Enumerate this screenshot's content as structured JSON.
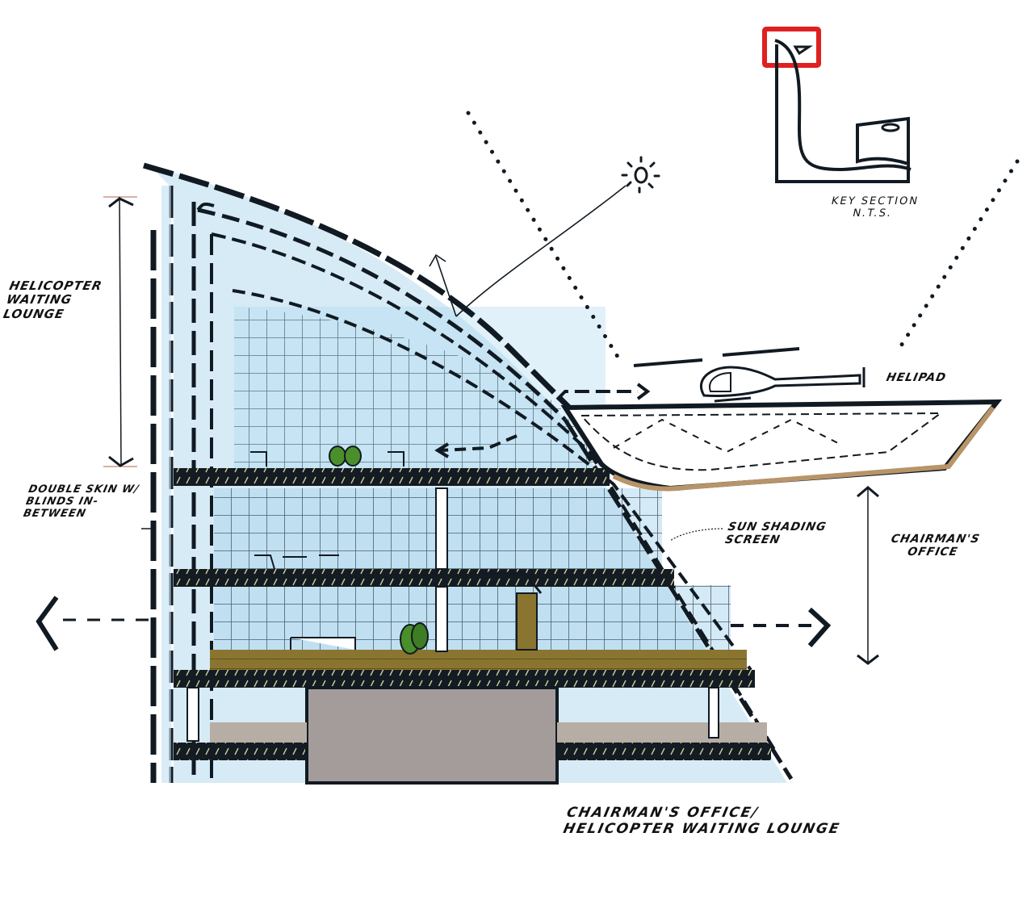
{
  "diagram": {
    "type": "architectural-section-sketch",
    "title": "CHAIRMAN'S OFFICE/ HELICOPTER WAITING LOUNGE",
    "caption_lines": [
      "CHAIRMAN'S OFFICE/",
      "HELICOPTER WAITING LOUNGE"
    ],
    "labels": {
      "helicopter_lounge": "HELICOPTER WAITING LOUNGE",
      "double_skin": "DOUBLE SKIN W/ BLINDS IN-BETWEEN",
      "key_section_title": "KEY SECTION",
      "key_section_scale": "N.T.S.",
      "helipad": "HELIPAD",
      "sunshading": "SUN SHADING SCREEN",
      "chairmans_office": "CHAIRMAN'S OFFICE"
    },
    "elements": {
      "sun_icon": "sun-icon",
      "helicopter_icon": "helicopter-icon",
      "key_section_highlight": "red-highlight-box",
      "left_arrow": "arrow-left",
      "right_arrow": "arrow-right",
      "view_dotted_lines": "dotted-sightlines",
      "floors": 4
    },
    "colors": {
      "ink": "#111a22",
      "glass": "#bfe0f2",
      "glass_deep": "#9ccfea",
      "floor_wood": "#7d6a2c",
      "core_grey": "#a49c9a",
      "helipad_edge": "#b89469",
      "tree": "#4a8f2a",
      "highlight_red": "#e02020",
      "dimension_tick": "#c08070"
    }
  }
}
